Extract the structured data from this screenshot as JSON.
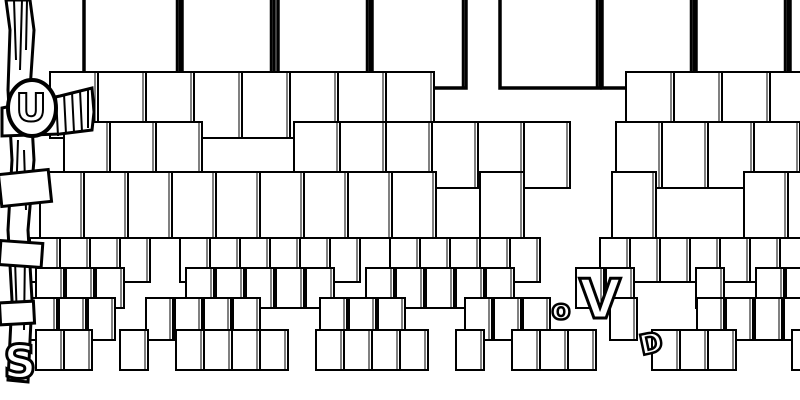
{
  "scene": {
    "background": "#ffffff",
    "ink": "#000000",
    "fill": "#ffffff",
    "totem_letters": [
      "U",
      "S"
    ],
    "floor_letters": [
      "V",
      "D",
      "o"
    ]
  }
}
